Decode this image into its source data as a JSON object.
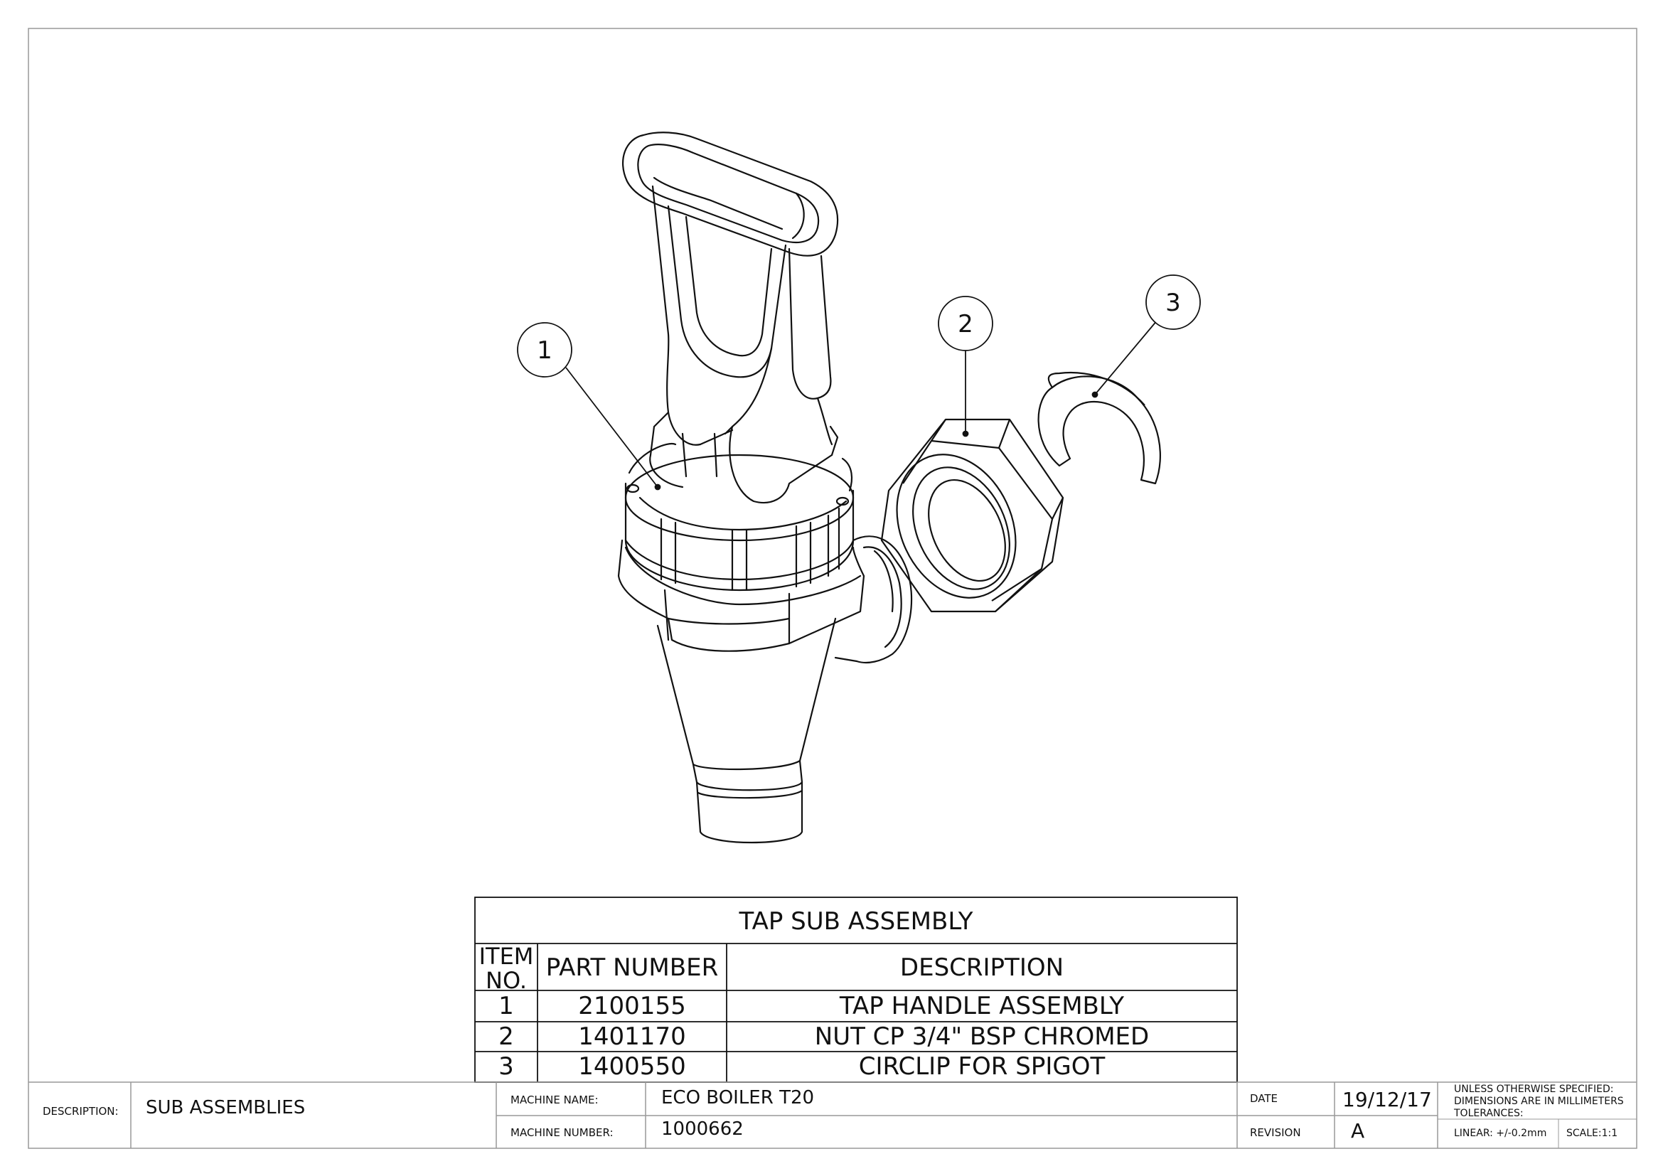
{
  "balloons": [
    {
      "label": "1"
    },
    {
      "label": "2"
    },
    {
      "label": "3"
    }
  ],
  "bom": {
    "title": "TAP SUB ASSEMBLY",
    "headers": {
      "item_line1": "ITEM",
      "item_line2": "NO.",
      "part_number": "PART NUMBER",
      "description": "DESCRIPTION"
    },
    "rows": [
      {
        "item": "1",
        "part_number": "2100155",
        "description": "TAP HANDLE ASSEMBLY"
      },
      {
        "item": "2",
        "part_number": "1401170",
        "description": "NUT CP 3/4\" BSP CHROMED"
      },
      {
        "item": "3",
        "part_number": "1400550",
        "description": "CIRCLIP FOR SPIGOT"
      }
    ]
  },
  "title_block": {
    "description_label": "DESCRIPTION:",
    "description_value": "SUB ASSEMBLIES",
    "machine_name_label": "MACHINE NAME:",
    "machine_name_value": "ECO BOILER T20",
    "machine_number_label": "MACHINE NUMBER:",
    "machine_number_value": "1000662",
    "date_label": "DATE",
    "date_value": "19/12/17",
    "revision_label": "REVISION",
    "revision_value": "A",
    "notes": {
      "line1": "UNLESS OTHERWISE SPECIFIED:",
      "line2": "DIMENSIONS ARE IN MILLIMETERS",
      "line3": "TOLERANCES:",
      "line4": "LINEAR: +/-0.2mm"
    },
    "scale": "SCALE:1:1"
  }
}
